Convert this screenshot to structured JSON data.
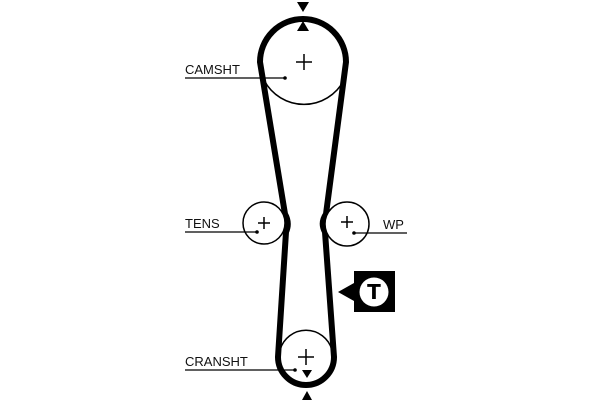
{
  "diagram": {
    "title": "Timing belt routing",
    "colors": {
      "line": "#000000",
      "background": "#ffffff"
    },
    "pulleys": [
      {
        "id": "camshaft",
        "label": "CAMSHT",
        "timing_mark": true
      },
      {
        "id": "tensioner",
        "label": "TENS",
        "timing_mark": false
      },
      {
        "id": "water-pump",
        "label": "WP",
        "timing_mark": false
      },
      {
        "id": "crankshaft",
        "label": "CRANSHT",
        "timing_mark": true
      }
    ],
    "badge": {
      "letter": "T",
      "meaning": "tensioner-icon"
    }
  }
}
